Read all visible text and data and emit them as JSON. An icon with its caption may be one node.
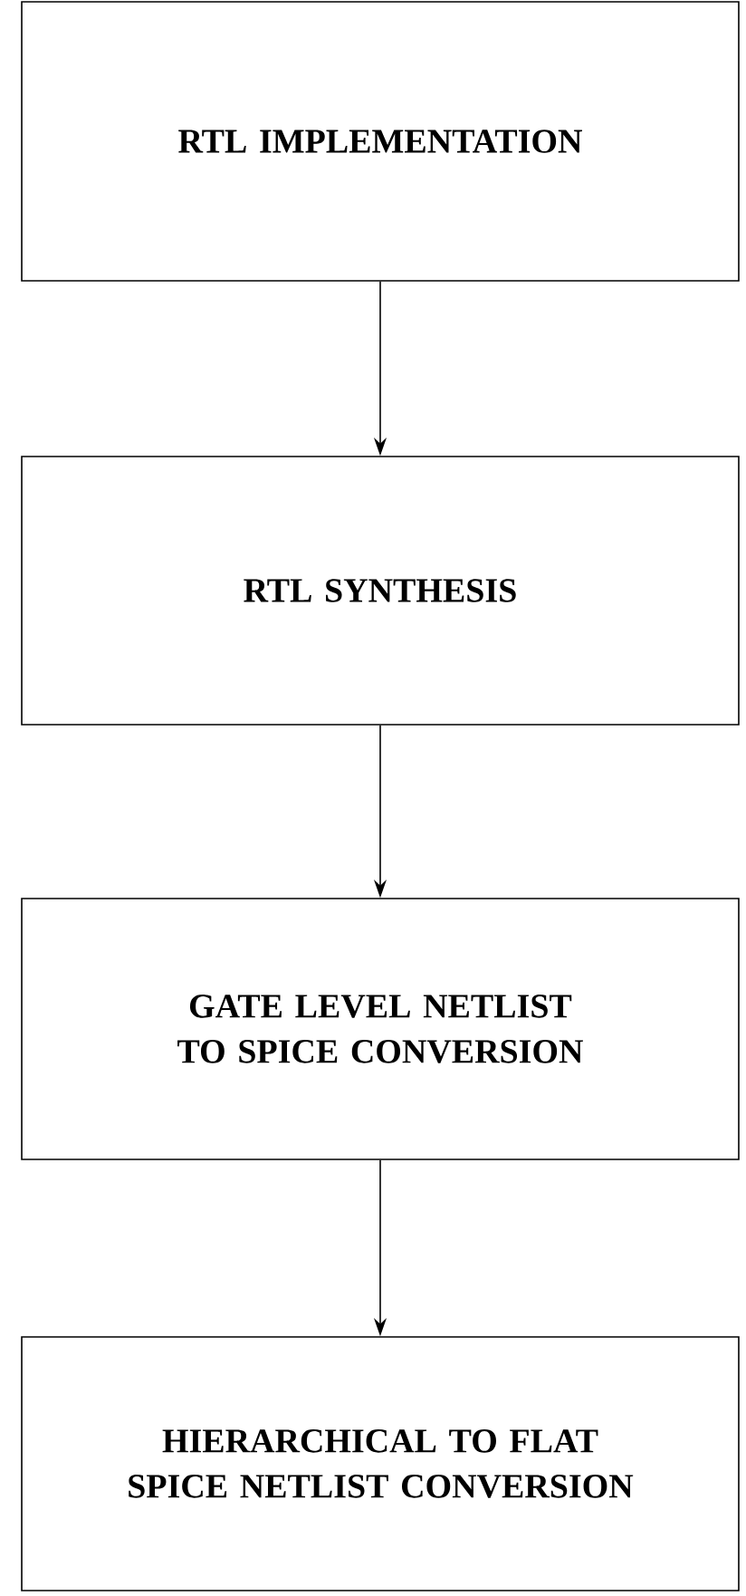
{
  "diagram": {
    "nodes": [
      {
        "text": [
          "RTL IMPLEMENTATION"
        ]
      },
      {
        "text": [
          "RTL SYNTHESIS"
        ]
      },
      {
        "text": [
          "GATE LEVEL NETLIST TO SPICE CONVERSION"
        ]
      },
      {
        "text": [
          "HIERARCHICAL TO FLAT SPICE NETLIST CONVERSION"
        ]
      }
    ],
    "edges": [
      {
        "from": 0,
        "to": 1,
        "arrow": "to"
      },
      {
        "from": 1,
        "to": 2,
        "arrow": "to"
      },
      {
        "from": 2,
        "to": 3,
        "arrow": "to"
      }
    ]
  }
}
